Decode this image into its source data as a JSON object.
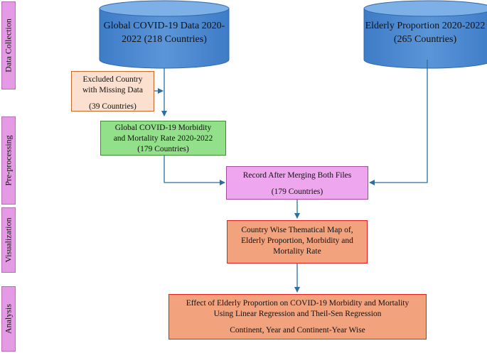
{
  "sections": [
    {
      "label": "Data Collection"
    },
    {
      "label": "Pre-processing"
    },
    {
      "label": "Visualization"
    },
    {
      "label": "Analysis"
    }
  ],
  "sources": {
    "covid": {
      "line1": "Global  COVID-19  Data",
      "line2": "2020-2022",
      "line3": "(218 Countries)"
    },
    "elderly": {
      "line1": "Elderly  Proportion",
      "line2": "2020-2022",
      "line3": "(265 Countries)"
    }
  },
  "excluded": {
    "line1": "Excluded Country",
    "line2": "with Missing Data",
    "line3": "(39 Countries)"
  },
  "morbidity": {
    "line1": "Global COVID-19 Morbidity",
    "line2": "and Mortality Rate 2020-2022",
    "line3": "(179 Countries)"
  },
  "merged": {
    "line1": "Record After Merging Both Files",
    "line2": "(179 Countries)"
  },
  "map": {
    "line1": "Country Wise Thematical Map of,",
    "line2": "Elderly Proportion, Morbidity and",
    "line3": "Mortality Rate"
  },
  "analysis": {
    "line1": "Effect of Elderly Proportion on COVID-19 Morbidity and Mortality",
    "line2": "Using Linear Regression and Theil-Sen Regression",
    "line3": "Continent, Year and Continent-Year Wise"
  },
  "colors": {
    "cylinder": "#4a86cf",
    "cylinder_top": "#6ea3e0",
    "arrow": "#2a6fa0"
  }
}
